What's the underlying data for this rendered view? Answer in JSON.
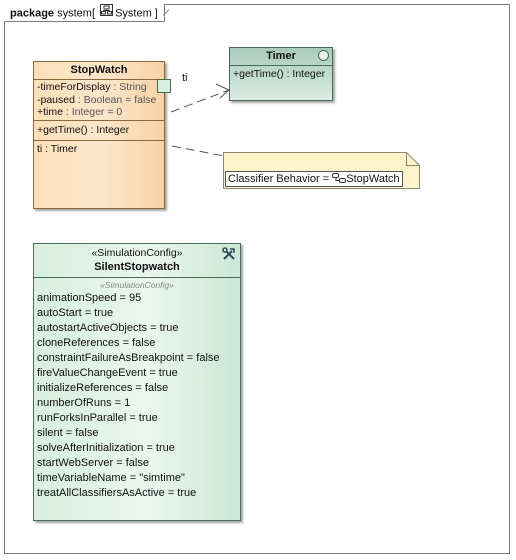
{
  "package": {
    "keyword": "package",
    "name": "system",
    "diagram_name": "System"
  },
  "stopwatch": {
    "name": "StopWatch",
    "attributes": [
      {
        "text": "-timeForDisplay",
        "type": " : String"
      },
      {
        "text": "-paused",
        "type": " : Boolean = false"
      },
      {
        "text": "+time",
        "type": " : Integer = 0"
      }
    ],
    "operations": [
      "+getTime() : Integer"
    ],
    "parts": [
      "ti : Timer"
    ]
  },
  "port_label": "ti",
  "timer": {
    "name": "Timer",
    "operations": [
      "+getTime() : Integer"
    ]
  },
  "note": {
    "prefix": "Classifier Behavior = ",
    "value": "StopWatch"
  },
  "simconfig": {
    "stereotype": "«SimulationConfig»",
    "name": "SilentStopwatch",
    "compartment_stereotype": "«SimulationConfig»",
    "properties": [
      "animationSpeed = 95",
      "autoStart = true",
      "autostartActiveObjects = true",
      "cloneReferences = false",
      "constraintFailureAsBreakpoint = false",
      "fireValueChangeEvent = true",
      "initializeReferences = false",
      "numberOfRuns = 1",
      "runForksInParallel = true",
      "silent = false",
      "solveAfterInitialization = true",
      "startWebServer = false",
      "timeVariableName = \"simtime\"",
      "treatAllClassifiersAsActive = true"
    ]
  },
  "colors": {
    "class_fill": "#fbe7cc",
    "timer_fill": "#a9cbbb",
    "config_fill": "#d7efe0",
    "note_fill": "#fdf4c9"
  },
  "icons": [
    "package-diagram-icon",
    "active-class-icon",
    "state-machine-icon",
    "tools-icon"
  ]
}
